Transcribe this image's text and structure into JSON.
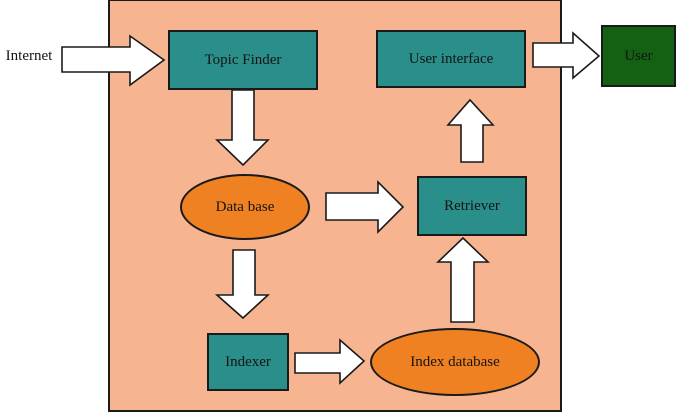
{
  "colors": {
    "panel-bg": "#f7b491",
    "node-teal": "#2a8e8a",
    "node-orange": "#ef8122",
    "node-green": "#146114",
    "arrow-fill": "#ffffff",
    "outline": "#1a1a1a"
  },
  "diagram": {
    "nodes": {
      "internet": {
        "label": "Internet",
        "shape": "text"
      },
      "topic_finder": {
        "label": "Topic Finder",
        "shape": "rect",
        "fill": "teal"
      },
      "database": {
        "label": "Data base",
        "shape": "ellipse",
        "fill": "orange"
      },
      "indexer": {
        "label": "Indexer",
        "shape": "rect",
        "fill": "teal"
      },
      "index_database": {
        "label": "Index database",
        "shape": "ellipse",
        "fill": "orange"
      },
      "retriever": {
        "label": "Retriever",
        "shape": "rect",
        "fill": "teal"
      },
      "user_interface": {
        "label": "User interface",
        "shape": "rect",
        "fill": "teal"
      },
      "user": {
        "label": "User",
        "shape": "rect",
        "fill": "green"
      }
    },
    "edges": [
      {
        "from": "Internet",
        "to": "Topic Finder"
      },
      {
        "from": "Topic Finder",
        "to": "Data base"
      },
      {
        "from": "Data base",
        "to": "Retriever"
      },
      {
        "from": "Data base",
        "to": "Indexer"
      },
      {
        "from": "Indexer",
        "to": "Index database"
      },
      {
        "from": "Index database",
        "to": "Retriever"
      },
      {
        "from": "Retriever",
        "to": "User interface"
      },
      {
        "from": "User interface",
        "to": "User"
      }
    ]
  }
}
